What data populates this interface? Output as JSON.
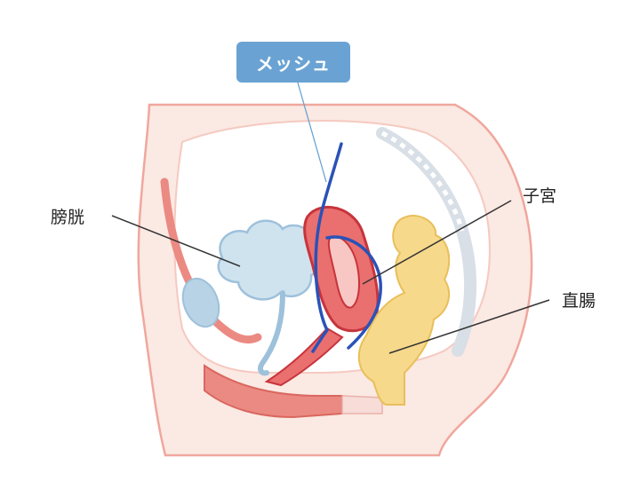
{
  "labels": {
    "mesh": "メッシュ",
    "bladder": "膀胱",
    "uterus": "子宮",
    "rectum": "直腸"
  },
  "colors": {
    "skin_outline": "#f0a79d",
    "skin_fill": "#fbe9e3",
    "bladder": "#cfe3ef",
    "uterus": "#ea6f6f",
    "uterus_border": "#c7343c",
    "rectum": "#f7d98c",
    "mesh": "#2a52b8",
    "badge": "#6aa3d3"
  }
}
